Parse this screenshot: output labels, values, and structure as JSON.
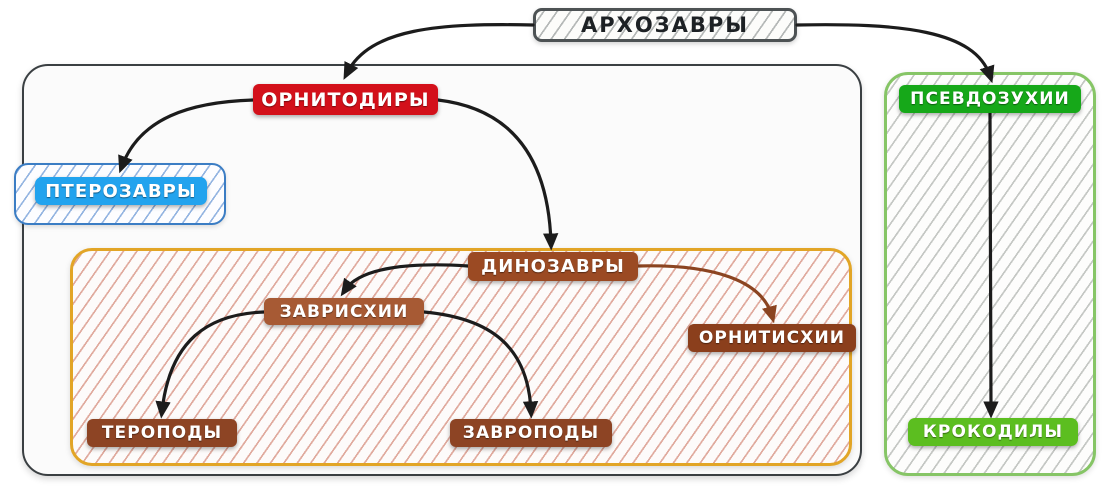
{
  "diagram": {
    "title": "АРХОЗАВРЫ",
    "language": "ru",
    "root": {
      "id": "archosaurs",
      "label": "АРХОЗАВРЫ",
      "color": "#1d2124"
    },
    "nodes": [
      {
        "id": "ornithodira",
        "label": "ОРНИТОДИРЫ",
        "color": "#d3101a"
      },
      {
        "id": "pterosaurs",
        "label": "ПТЕРОЗАВРЫ",
        "color": "#22a3ee"
      },
      {
        "id": "dinosaurs",
        "label": "ДИНОЗАВРЫ",
        "color": "#9b4a23"
      },
      {
        "id": "saurischia",
        "label": "ЗАВРИСХИИ",
        "color": "#a75a34"
      },
      {
        "id": "ornithischia",
        "label": "ОРНИТИСХИИ",
        "color": "#8b3f1c"
      },
      {
        "id": "theropods",
        "label": "ТЕРОПОДЫ",
        "color": "#8d4424"
      },
      {
        "id": "sauropods",
        "label": "ЗАВРОПОДЫ",
        "color": "#8d4424"
      },
      {
        "id": "pseudosuchia",
        "label": "ПСЕВДОЗУХИИ",
        "color": "#16a819"
      },
      {
        "id": "crocodiles",
        "label": "КРОКОДИЛЫ",
        "color": "#5cbe20"
      }
    ],
    "edges": [
      {
        "from": "archosaurs",
        "to": "ornithodira",
        "color": "#1c1c1c"
      },
      {
        "from": "archosaurs",
        "to": "pseudosuchia",
        "color": "#1c1c1c"
      },
      {
        "from": "ornithodira",
        "to": "pterosaurs",
        "color": "#1c1c1c"
      },
      {
        "from": "ornithodira",
        "to": "dinosaurs",
        "color": "#1c1c1c"
      },
      {
        "from": "dinosaurs",
        "to": "saurischia",
        "color": "#1c1c1c"
      },
      {
        "from": "dinosaurs",
        "to": "ornithischia",
        "color": "#8b4420"
      },
      {
        "from": "saurischia",
        "to": "theropods",
        "color": "#1c1c1c"
      },
      {
        "from": "saurischia",
        "to": "sauropods",
        "color": "#1c1c1c"
      },
      {
        "from": "pseudosuchia",
        "to": "crocodiles",
        "color": "#1c1c1c"
      }
    ],
    "groups": [
      {
        "id": "group-ornithodira",
        "border_color": "#3a3f42",
        "hatch_color": "none"
      },
      {
        "id": "group-pterosaurs",
        "border_color": "#3b7dc4",
        "hatch_color": "#3c78c8"
      },
      {
        "id": "group-dinosaurs",
        "border_color": "#e2a526",
        "hatch_color": "#c45c44"
      },
      {
        "id": "group-pseudosuchia",
        "border_color": "#86c566",
        "hatch_color": "#787e78"
      },
      {
        "id": "group-archosaurs",
        "border_color": "#4d5254",
        "hatch_color": "#6e7474"
      }
    ]
  }
}
